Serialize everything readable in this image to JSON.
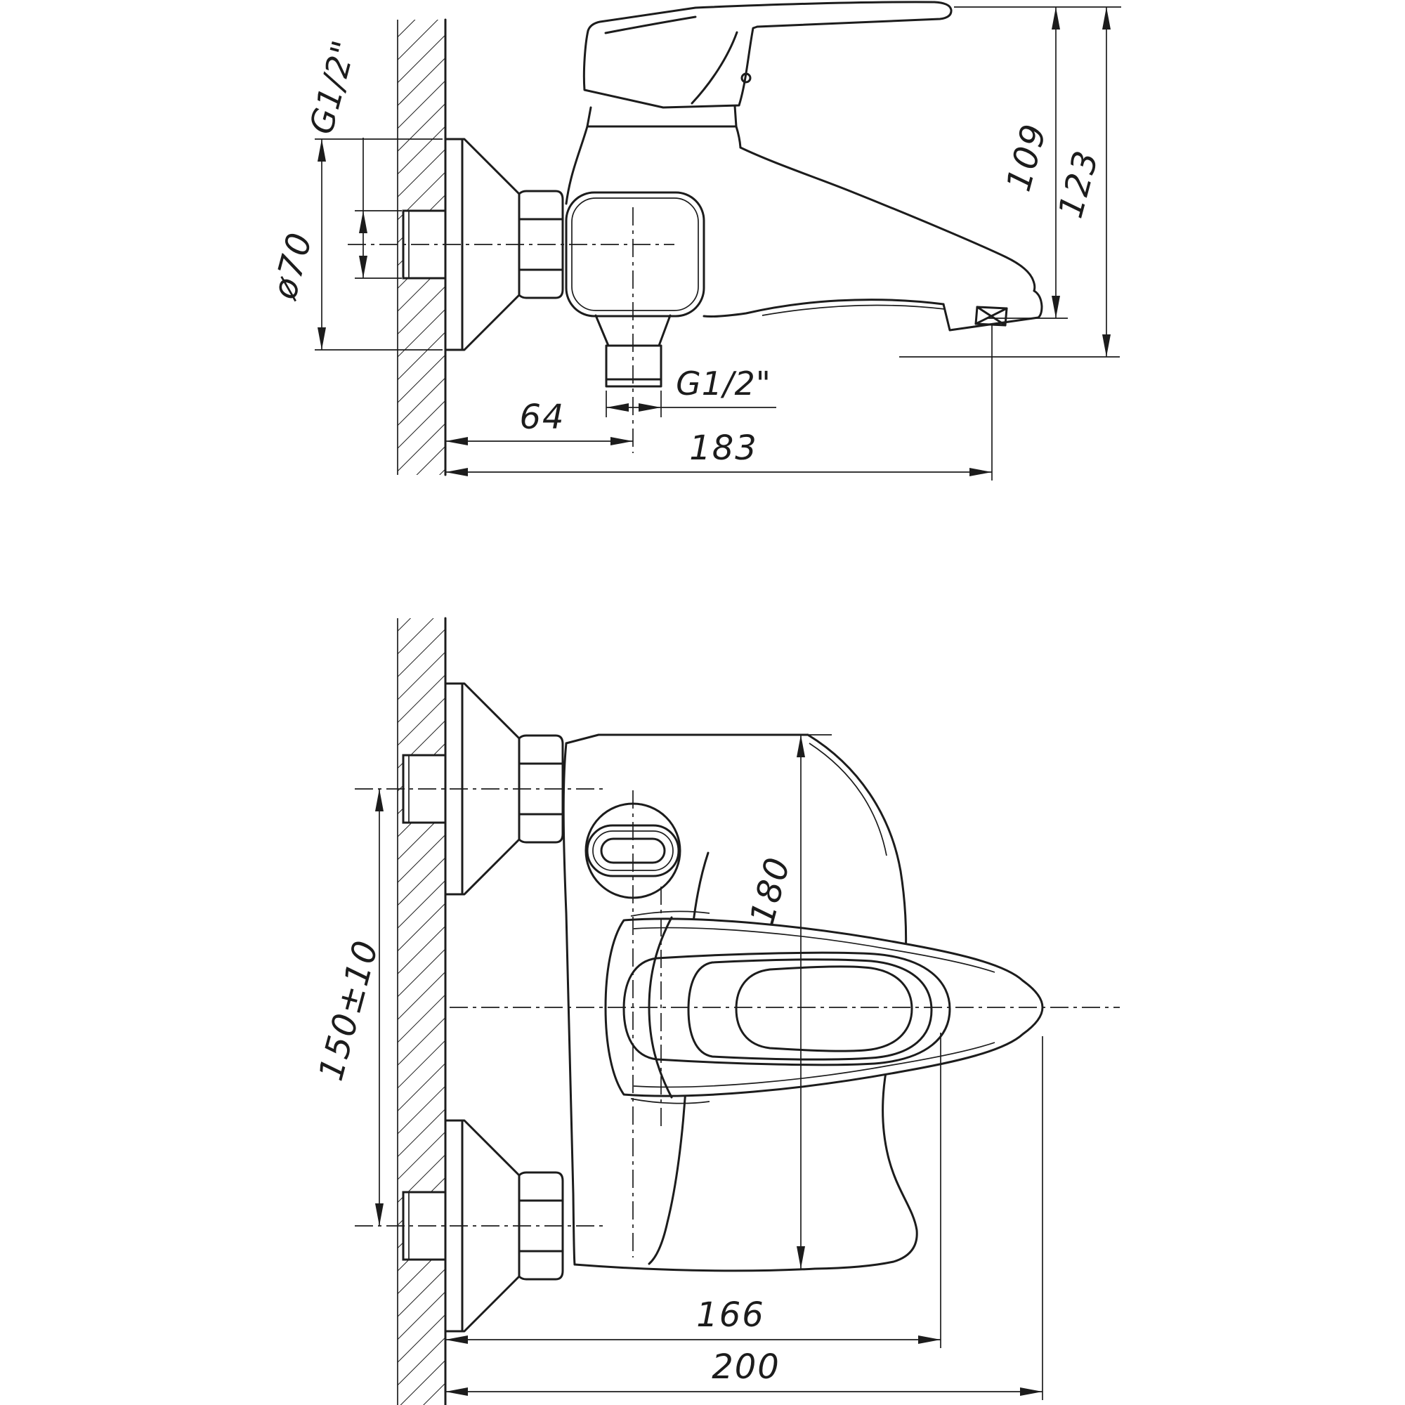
{
  "drawing": {
    "type": "technical-installation-drawing",
    "subject": "wall-mounted single-lever bath mixer, two orthographic views",
    "background_color": "#ffffff",
    "line_color": "#1c1c1c",
    "side_view": {
      "labels": {
        "wall_thread": "G1/2\"",
        "flange_diameter": "ø70",
        "height_to_spout": "109",
        "height_total": "123",
        "outlet_thread": "G1/2\"",
        "wall_to_outlet_center": "64",
        "wall_to_spout_center": "183"
      }
    },
    "front_view": {
      "labels": {
        "inlet_spacing": "150±10",
        "height_overall": "180",
        "length_body": "166",
        "length_total": "200"
      }
    }
  }
}
